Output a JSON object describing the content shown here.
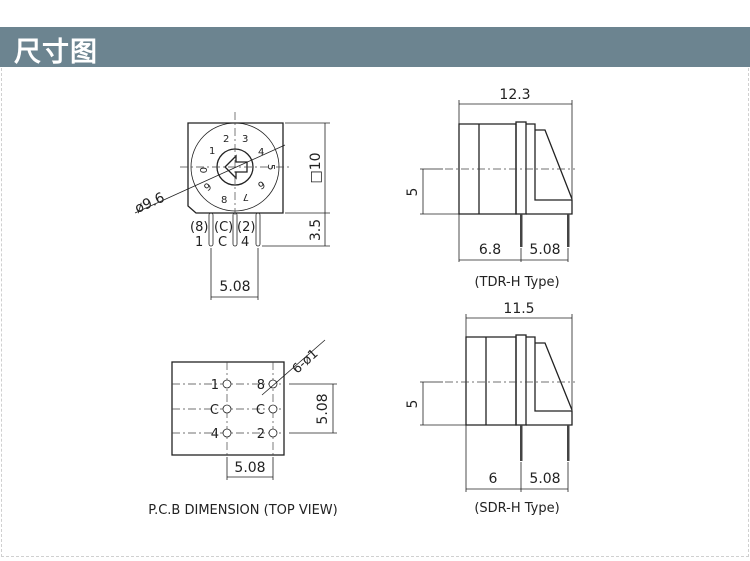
{
  "header": {
    "title": "尺寸图"
  },
  "front_view": {
    "dial_digits": [
      "0",
      "1",
      "2",
      "3",
      "4",
      "5",
      "6",
      "7",
      "8",
      "9"
    ],
    "diameter_label": "ø9.6",
    "size_label": "□10",
    "pin_height_label": "3.5",
    "pitch_label": "5.08",
    "pin_labels_top": [
      "(8)",
      "(C)",
      "(2)"
    ],
    "pin_labels_bottom": [
      "1",
      "C",
      "4"
    ]
  },
  "tdr_view": {
    "width_label": "12.3",
    "height_label": "5",
    "dim_a": "6.8",
    "dim_b": "5.08",
    "caption": "(TDR-H Type)"
  },
  "sdr_view": {
    "width_label": "11.5",
    "height_label": "5",
    "dim_a": "6",
    "dim_b": "5.08",
    "caption": "(SDR-H Type)"
  },
  "pcb_view": {
    "hole_labels_left": [
      "1",
      "C",
      "4"
    ],
    "hole_labels_right": [
      "8",
      "C",
      "2"
    ],
    "hole_label": "6-ø1",
    "pitch_v": "5.08",
    "pitch_h": "5.08",
    "caption": "P.C.B DIMENSION (TOP VIEW)"
  }
}
